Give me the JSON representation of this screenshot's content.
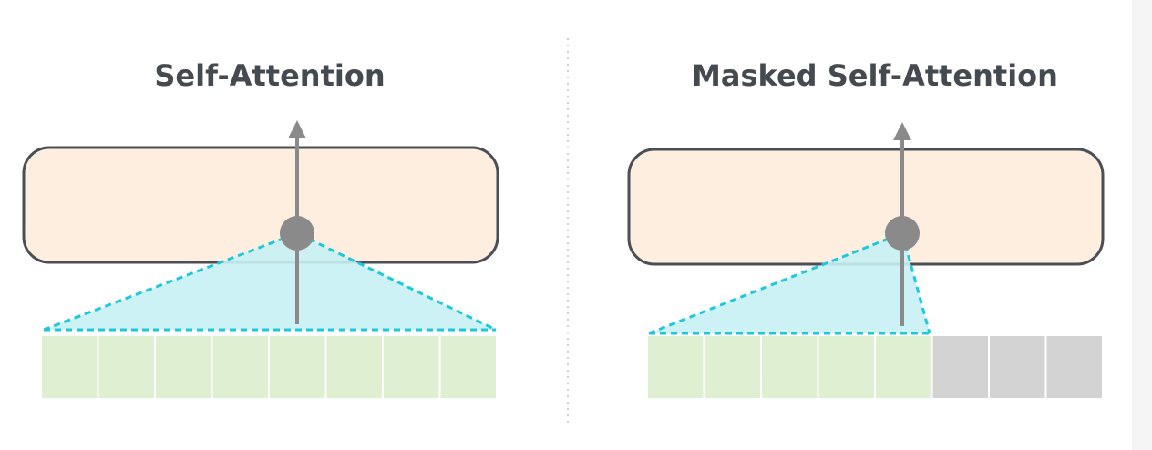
{
  "panels": {
    "left": {
      "title": "Self-Attention",
      "token_count": 8,
      "masked_count": 0
    },
    "right": {
      "title": "Masked Self-Attention",
      "token_count": 8,
      "masked_count": 3
    }
  },
  "colors": {
    "layer_box_fill": "#fdeee0",
    "layer_box_stroke": "#4a4f55",
    "token_fill": "#dff0d2",
    "masked_token_fill": "#d3d3d3",
    "attention_fill": "#c8f1f5",
    "attention_stroke": "#1ec8dc",
    "arrow": "#8a8a8a",
    "node": "#8a8a8a",
    "divider": "#cfcfcf",
    "title_text": "#444a50"
  }
}
